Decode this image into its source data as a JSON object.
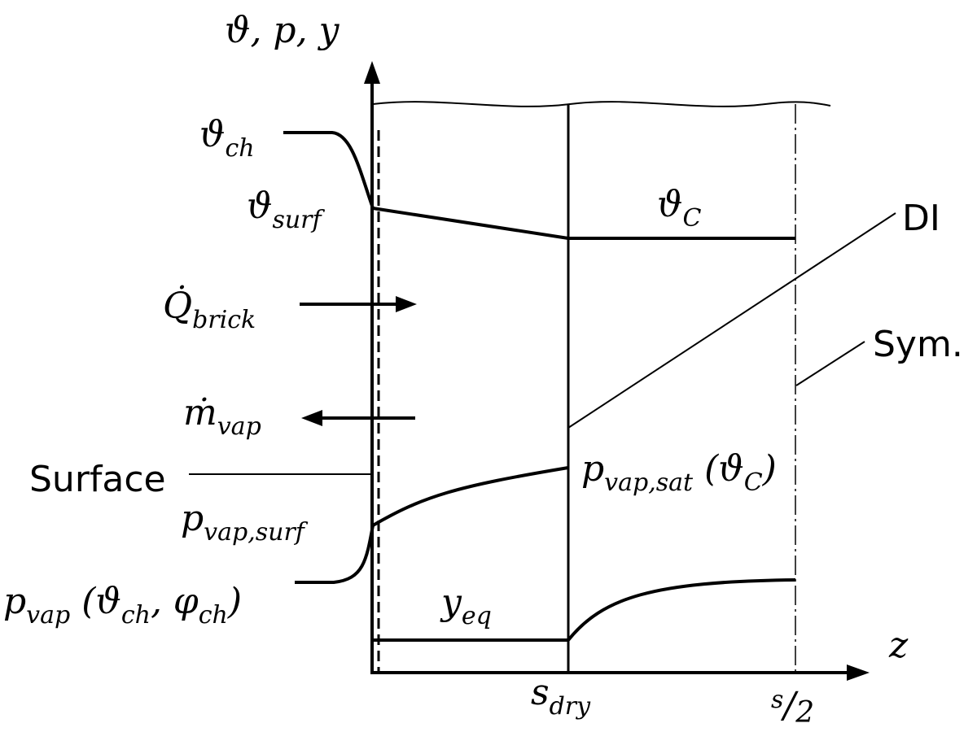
{
  "labels": {
    "y_axis": {
      "base": "ϑ, p, y"
    },
    "x_axis": {
      "base": "z"
    },
    "theta_ch": {
      "base": "ϑ",
      "sub": "ch"
    },
    "theta_surf": {
      "base": "ϑ",
      "sub": "surf"
    },
    "theta_c": {
      "base": "ϑ",
      "sub": "C"
    },
    "q_brick": {
      "base": "Q̇",
      "sub": "brick"
    },
    "m_vap": {
      "base": "ṁ",
      "sub": "vap"
    },
    "p_vap_surf": {
      "base": "p",
      "sub": "vap,surf"
    },
    "p_vap_sat": {
      "base": "p",
      "sub": "vap,sat",
      "tail": " (ϑ",
      "sub2": "C",
      "tail2": ")"
    },
    "p_vap_ch": {
      "base": "p",
      "sub": "vap",
      "tail": " (ϑ",
      "sub2": "ch",
      "tail2": ", φ",
      "sub3": "ch",
      "tail3": ")"
    },
    "y_eq": {
      "base": "y",
      "sub": "eq"
    },
    "s_dry": {
      "base": "s",
      "sub": "dry"
    },
    "s_half": {
      "num": "s",
      "slash": "/",
      "den": "2"
    }
  },
  "callouts": {
    "di": "DI",
    "sym": "Sym.",
    "surface": "Surface"
  }
}
